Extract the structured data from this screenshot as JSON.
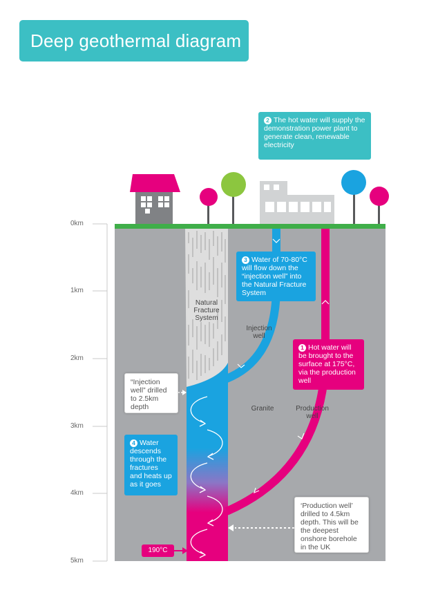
{
  "title": "Deep geothermal diagram",
  "colors": {
    "teal": "#3cbfc4",
    "blue": "#1aa3e0",
    "pink": "#e6007e",
    "green": "#3fae49",
    "lime": "#8cc63f",
    "ground": "#a7a9ac",
    "fracture": "#dcdcdc"
  },
  "depth_labels": [
    "0km",
    "1km",
    "2km",
    "3km",
    "4km",
    "5km"
  ],
  "callouts": {
    "power_plant": {
      "number": "2",
      "text": "The hot water will supply the demonstration power plant to generate clean, renewable electricity"
    },
    "injection_water": {
      "number": "3",
      "text": "Water of 70-80°C will flow down the “injection well” into the Natural Fracture System"
    },
    "hot_water": {
      "number": "1",
      "text": "Hot water will be brought to the surface at 175°C, via the production well"
    },
    "descends": {
      "number": "4",
      "text": "Water descends through the fractures and heats up as it goes"
    },
    "injection_depth": "“Injection well” drilled to 2.5km depth",
    "production_depth": "‘Production well’ drilled to 4.5km depth. This will be the deepest onshore borehole in the UK"
  },
  "regions": {
    "natural_fracture": "Natural Fracture System",
    "injection_well": "Injection well",
    "granite": "Granite",
    "production_well": "Production well"
  },
  "temperature": "190°C"
}
